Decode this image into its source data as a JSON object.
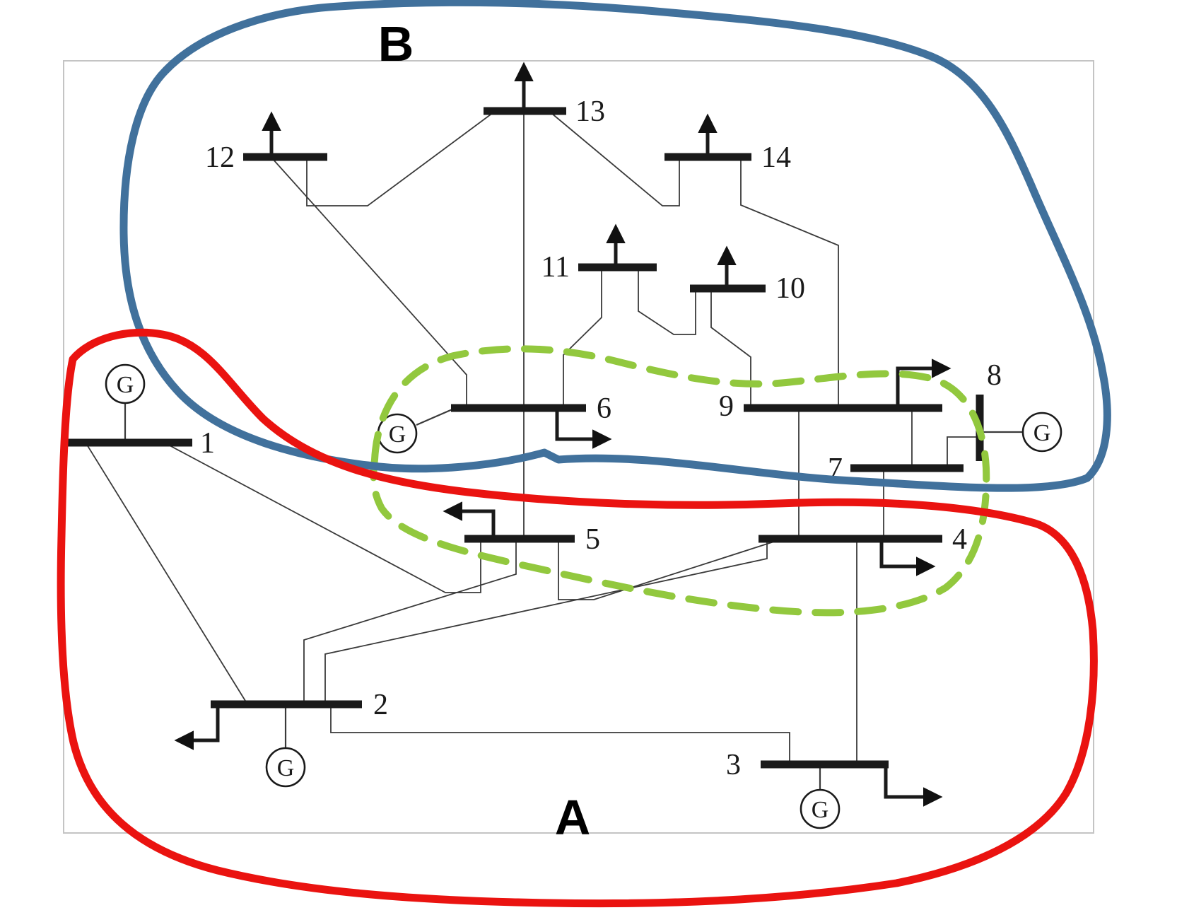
{
  "figure": {
    "region_a_label": "A",
    "region_b_label": "B",
    "generator_label": "G",
    "bus_labels": {
      "1": "1",
      "2": "2",
      "3": "3",
      "4": "4",
      "5": "5",
      "6": "6",
      "7": "7",
      "8": "8",
      "9": "9",
      "10": "10",
      "11": "11",
      "12": "12",
      "13": "13",
      "14": "14"
    },
    "colors": {
      "region_a": "#ea1310",
      "region_b": "#41719c",
      "zone_dashed": "#92c83e",
      "bus_bar": "#1a1a1a",
      "branch_line": "#3a3a3a",
      "figure_border": "#c4c4c4"
    },
    "buses_with_generators": [
      "1",
      "2",
      "3",
      "6",
      "8"
    ],
    "buses_with_loads": [
      "2",
      "3",
      "4",
      "5",
      "6",
      "9",
      "10",
      "11",
      "12",
      "13",
      "14"
    ],
    "branches": [
      [
        "1",
        "2"
      ],
      [
        "1",
        "5"
      ],
      [
        "2",
        "3"
      ],
      [
        "2",
        "4"
      ],
      [
        "2",
        "5"
      ],
      [
        "3",
        "4"
      ],
      [
        "4",
        "5"
      ],
      [
        "4",
        "7"
      ],
      [
        "4",
        "9"
      ],
      [
        "5",
        "6"
      ],
      [
        "6",
        "11"
      ],
      [
        "6",
        "12"
      ],
      [
        "6",
        "13"
      ],
      [
        "7",
        "8"
      ],
      [
        "7",
        "9"
      ],
      [
        "9",
        "10"
      ],
      [
        "9",
        "14"
      ],
      [
        "10",
        "11"
      ],
      [
        "12",
        "13"
      ],
      [
        "13",
        "14"
      ]
    ]
  }
}
